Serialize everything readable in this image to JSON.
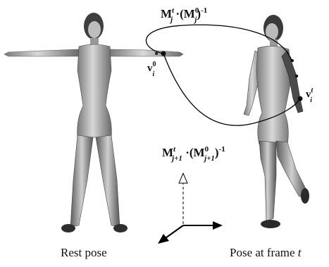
{
  "labels": {
    "rest": "Rest pose",
    "frame_prefix": "Pose at frame ",
    "frame_var": "t"
  },
  "formula_top": {
    "a": "M",
    "a_sup": "t",
    "a_sub": "j",
    "mid": " ·(M",
    "b_sup": "0",
    "b_sub": "j",
    "end": ")",
    "exp": "-1"
  },
  "formula_bottom": {
    "a": "M",
    "a_sup": "t",
    "a_sub": "j+1",
    "mid": " ·(M",
    "b_sup": "0",
    "b_sub": "j+1",
    "end": ")",
    "exp": "-1"
  },
  "vertex_rest": {
    "v": "v",
    "sup": "0",
    "sub": "i"
  },
  "vertex_pose": {
    "v": "v",
    "sup": "t",
    "sub": "i"
  },
  "colors": {
    "figure_fill": "#c9c9c9",
    "figure_shade": "#5a5a5a",
    "line": "#000000"
  }
}
